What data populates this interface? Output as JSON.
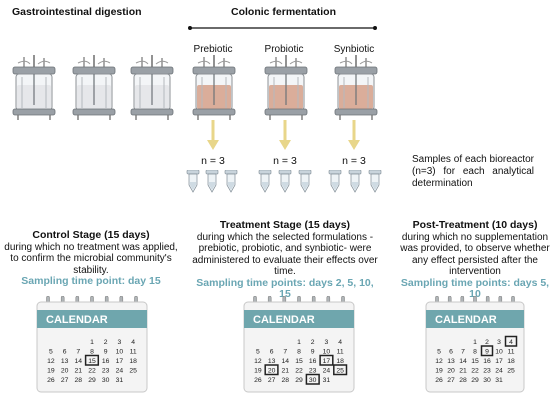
{
  "headers": {
    "gastro": "Gastrointestinal digestion",
    "colonic": "Colonic fermentation"
  },
  "groups": [
    "Prebiotic",
    "Probiotic",
    "Synbiotic"
  ],
  "n_label": "n = 3",
  "samples_note": "Samples of each bioreactor (n=3) for each analytical determination",
  "stages": [
    {
      "title": "Control Stage (15 days)",
      "desc": "during which no treatment was applied, to confirm the microbial community's stability.",
      "sampling": "Sampling time point: day 15",
      "highlight": [
        15
      ]
    },
    {
      "title": "Treatment Stage (15 days)",
      "desc": "during which the selected formulations - prebiotic, probiotic, and synbiotic- were administered to evaluate their effects over time.",
      "sampling": "Sampling time points: days 2, 5, 10, 15",
      "highlight": [
        17,
        20,
        25,
        30
      ]
    },
    {
      "title": "Post-Treatment (10 days)",
      "desc": "during which no supplementation was provided, to observe whether any effect persisted after the intervention",
      "sampling": "Sampling time points: days 5, 10",
      "highlight": [
        4,
        9
      ]
    }
  ],
  "calendar": {
    "title": "CALENDAR",
    "days": [
      1,
      2,
      3,
      4,
      5,
      6,
      7,
      8,
      9,
      10,
      11,
      12,
      13,
      14,
      15,
      16,
      17,
      18,
      19,
      20,
      21,
      22,
      23,
      24,
      25,
      26,
      27,
      28,
      29,
      30,
      31
    ],
    "header_color": "#6fa6ad",
    "highlight_color": "#222222"
  },
  "colors": {
    "accent": "#6aa6b3",
    "fermentation_liquid": "#d7a58f",
    "arrow": "#e8d68a"
  }
}
